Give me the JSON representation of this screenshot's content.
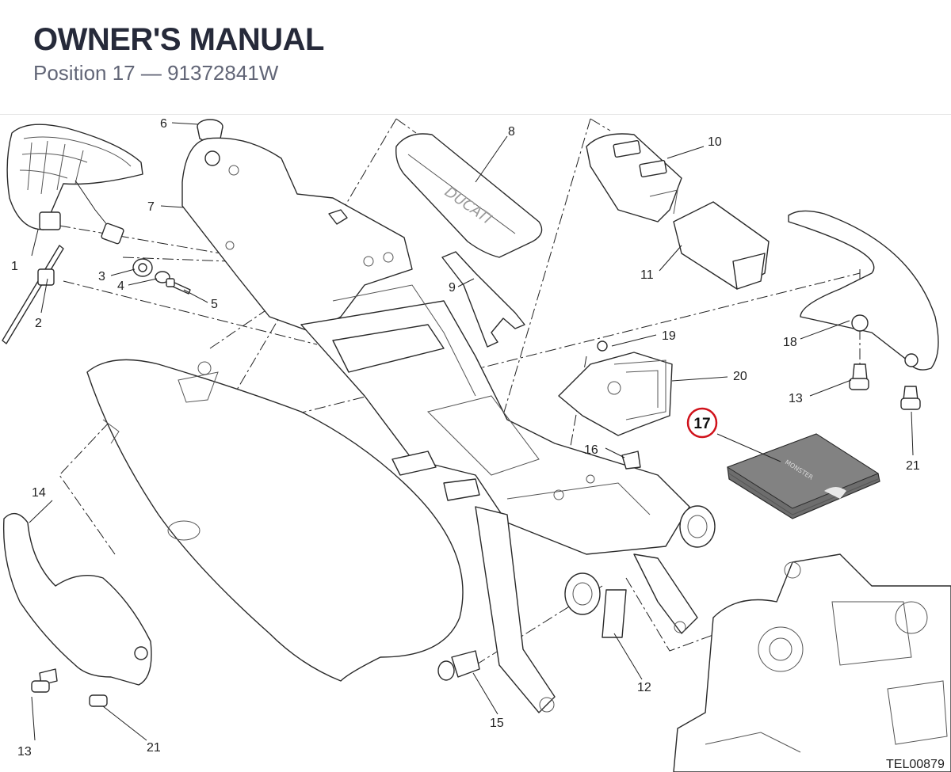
{
  "header": {
    "title": "OWNER'S MANUAL",
    "subtitle": "Position 17 — 91372841W"
  },
  "diagram": {
    "drawing_code": "TEL00879",
    "highlight": {
      "label": "17",
      "color": "#d0121b"
    },
    "book_text": "MONSTER",
    "callouts": [
      {
        "id": "c1",
        "label": "1"
      },
      {
        "id": "c2",
        "label": "2"
      },
      {
        "id": "c3",
        "label": "3"
      },
      {
        "id": "c4",
        "label": "4"
      },
      {
        "id": "c5",
        "label": "5"
      },
      {
        "id": "c6",
        "label": "6"
      },
      {
        "id": "c7",
        "label": "7"
      },
      {
        "id": "c8",
        "label": "8"
      },
      {
        "id": "c9",
        "label": "9"
      },
      {
        "id": "c10",
        "label": "10"
      },
      {
        "id": "c11",
        "label": "11"
      },
      {
        "id": "c12",
        "label": "12"
      },
      {
        "id": "c13a",
        "label": "13"
      },
      {
        "id": "c13b",
        "label": "13"
      },
      {
        "id": "c14",
        "label": "14"
      },
      {
        "id": "c15",
        "label": "15"
      },
      {
        "id": "c16",
        "label": "16"
      },
      {
        "id": "c18",
        "label": "18"
      },
      {
        "id": "c19",
        "label": "19"
      },
      {
        "id": "c20",
        "label": "20"
      },
      {
        "id": "c21a",
        "label": "21"
      },
      {
        "id": "c21b",
        "label": "21"
      }
    ]
  }
}
